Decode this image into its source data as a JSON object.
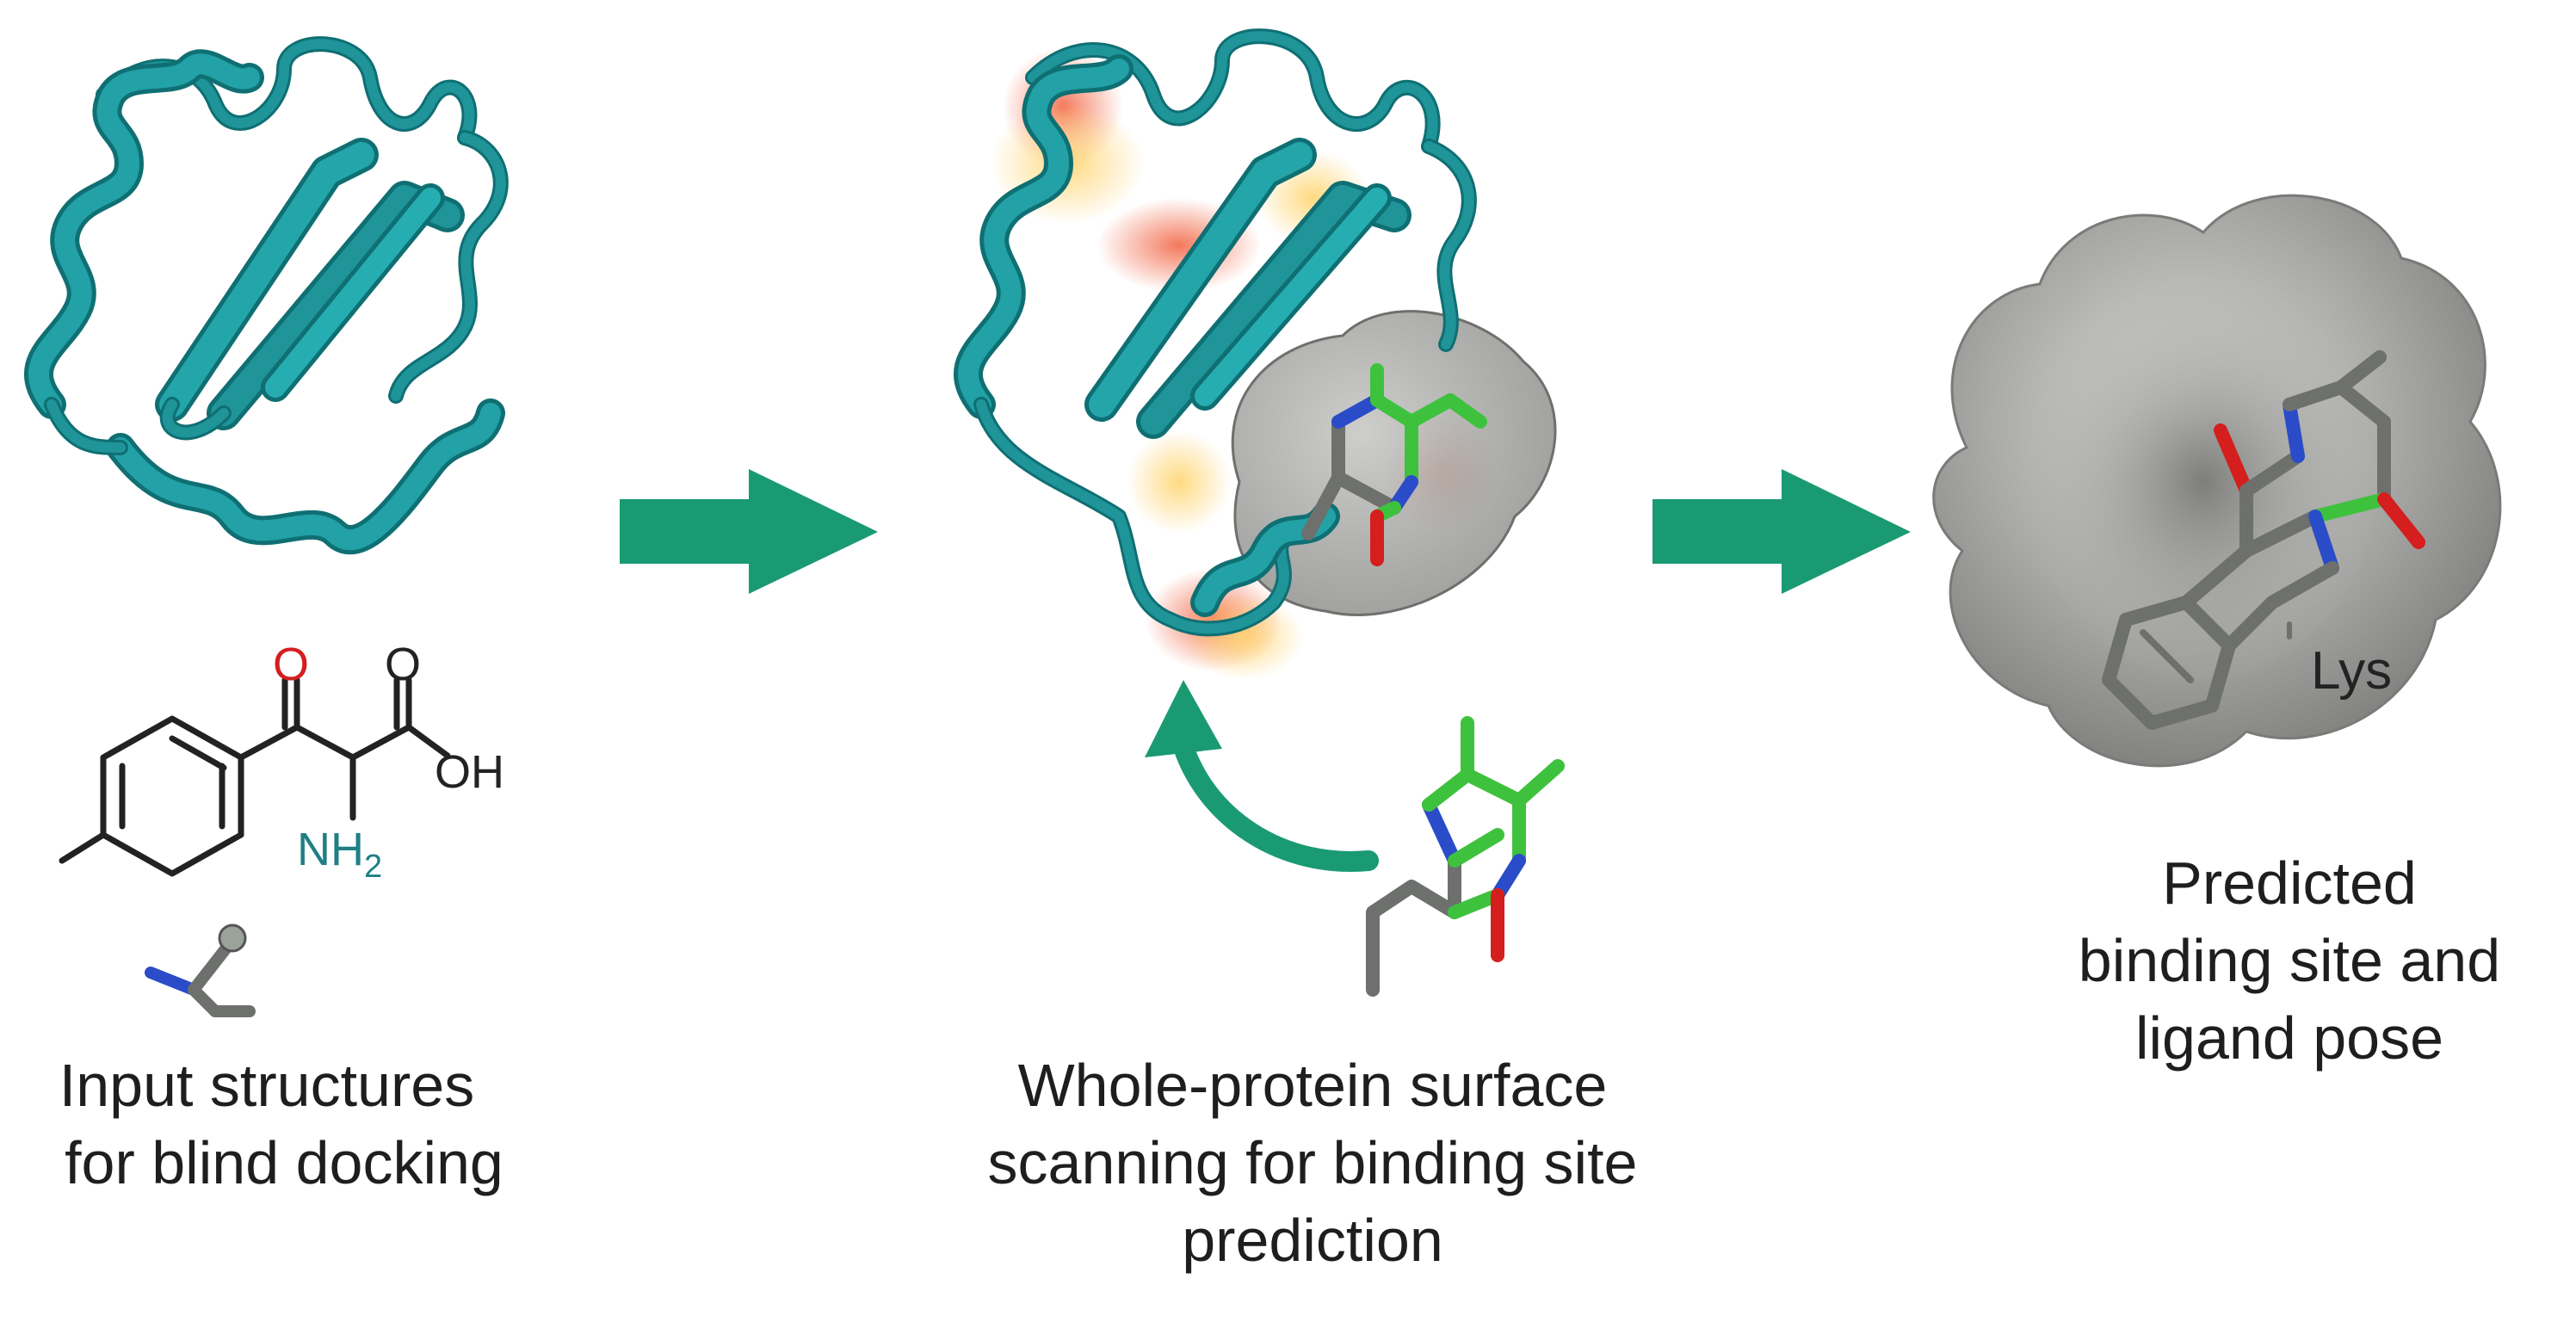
{
  "captions": {
    "input": [
      "Input structures",
      "for blind docking"
    ],
    "scanning": [
      "Whole-protein surface",
      "scanning for binding site",
      "prediction"
    ],
    "predicted": [
      "Predicted",
      "binding site and",
      "ligand pose"
    ]
  },
  "chem_labels": {
    "oxygen_ketone": "O",
    "oxygen_acid": "O",
    "hydroxyl": "OH",
    "amine": "NH",
    "amine_subscript": "2",
    "residue": "Lys"
  },
  "colors": {
    "protein_ribbon": "#1f9499",
    "protein_ribbon_dark": "#0f6f73",
    "arrow": "#1a9a72",
    "surface": "#9a9a98",
    "carbon_green": "#3ec23e",
    "carbon_grey": "#6d706d",
    "nitrogen": "#2b4cc8",
    "oxygen": "#d51e1e",
    "hotspot_red": "#f26a4a",
    "hotspot_yellow": "#ffd36a"
  }
}
